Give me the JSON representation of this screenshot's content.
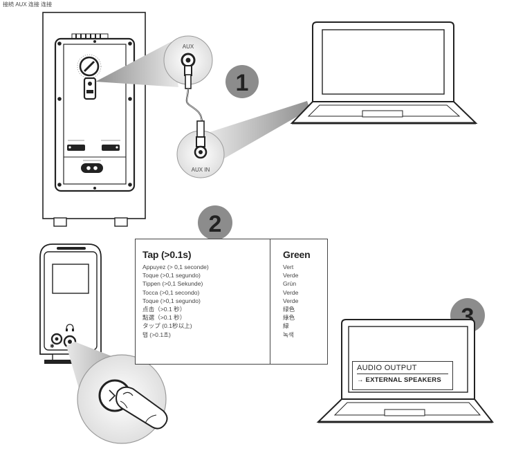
{
  "header": {
    "text": "接続 AUX 连接 连接"
  },
  "step1": {
    "badge": "1",
    "aux_label": "AUX",
    "aux_in_label": "AUX IN"
  },
  "step2": {
    "badge": "2",
    "tap": {
      "title": "Tap (>0.1s)",
      "lines": [
        "Appuyez (> 0,1 seconde)",
        "Toque (>0,1 segundo)",
        "Tippen (>0,1 Sekunde)",
        "Tocca (>0,1 secondo)",
        "Toque (>0,1 segundo)",
        "点击（>0.1 秒）",
        "點選（>0.1 秒）",
        "タップ (0.1秒以上)",
        "탭 (>0.1초)"
      ]
    },
    "green": {
      "title": "Green",
      "lines": [
        "Vert",
        "Verde",
        "Grün",
        "Verde",
        "Verde",
        "绿色",
        "綠色",
        "緑",
        "녹색"
      ]
    }
  },
  "step3": {
    "badge": "3",
    "audio_output": "AUDIO OUTPUT",
    "external_speakers": "→ EXTERNAL SPEAKERS"
  },
  "colors": {
    "badge_fill": "#8c8c8c",
    "line": "#222222",
    "cone": "#bdbdbd",
    "circle_bg": "#e4e4e4"
  }
}
